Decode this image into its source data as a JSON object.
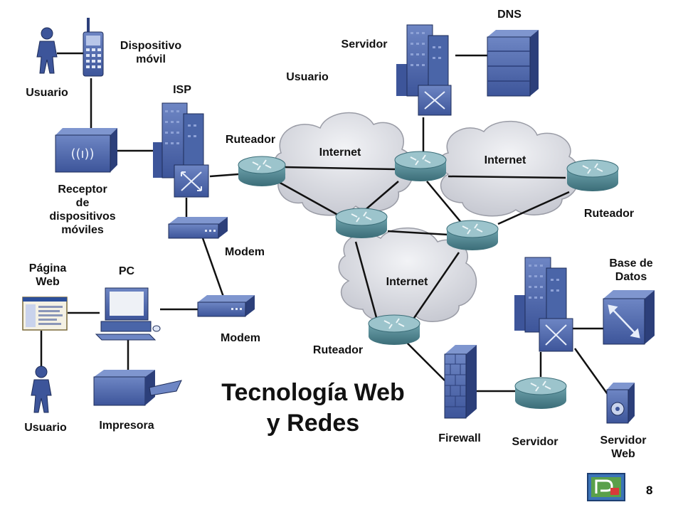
{
  "title": {
    "line1": "Tecnología Web",
    "line2": "y Redes"
  },
  "page_number": "8",
  "colors": {
    "device_blue": "#4a65a8",
    "device_dark": "#2c3f7a",
    "router_teal": "#5a8f9a",
    "router_top": "#9cc4cc",
    "cloud": "#dcdde3",
    "link": "#111111"
  },
  "labels": {
    "usuario_top": "Usuario",
    "dispositivo_movil": "Dispositivo\nmóvil",
    "isp": "ISP",
    "receptor": "Receptor\nde\ndispositivos\nmóviles",
    "ruteador_left": "Ruteador",
    "usuario_mid": "Usuario",
    "servidor_top": "Servidor",
    "dns": "DNS",
    "internet_1": "Internet",
    "internet_2": "Internet",
    "internet_3": "Internet",
    "ruteador_right": "Ruteador",
    "modem_1": "Modem",
    "modem_2": "Modem",
    "pagina_web": "Página\nWeb",
    "pc": "PC",
    "base_datos": "Base de\nDatos",
    "ruteador_bottom": "Ruteador",
    "usuario_bottom": "Usuario",
    "impresora": "Impresora",
    "firewall": "Firewall",
    "servidor_bottom": "Servidor",
    "servidor_web": "Servidor\nWeb"
  }
}
